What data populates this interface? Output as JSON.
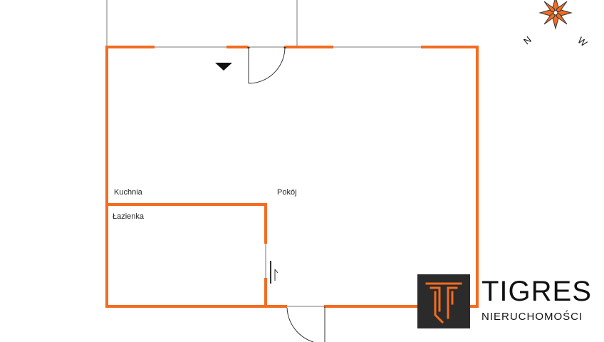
{
  "rooms": {
    "kitchen": "Kuchnia",
    "living_room": "Pokój",
    "bathroom": "Łazienka"
  },
  "compass": {
    "left_letter": "N",
    "right_letter": "W"
  },
  "logo": {
    "name": "TIGRES",
    "subtitle": "NIERUCHOMOŚCI"
  },
  "colors": {
    "wall": "#f26c21",
    "thin_line": "#7a7a7a",
    "logo_bg": "#2b2b2b",
    "text": "#111111"
  }
}
